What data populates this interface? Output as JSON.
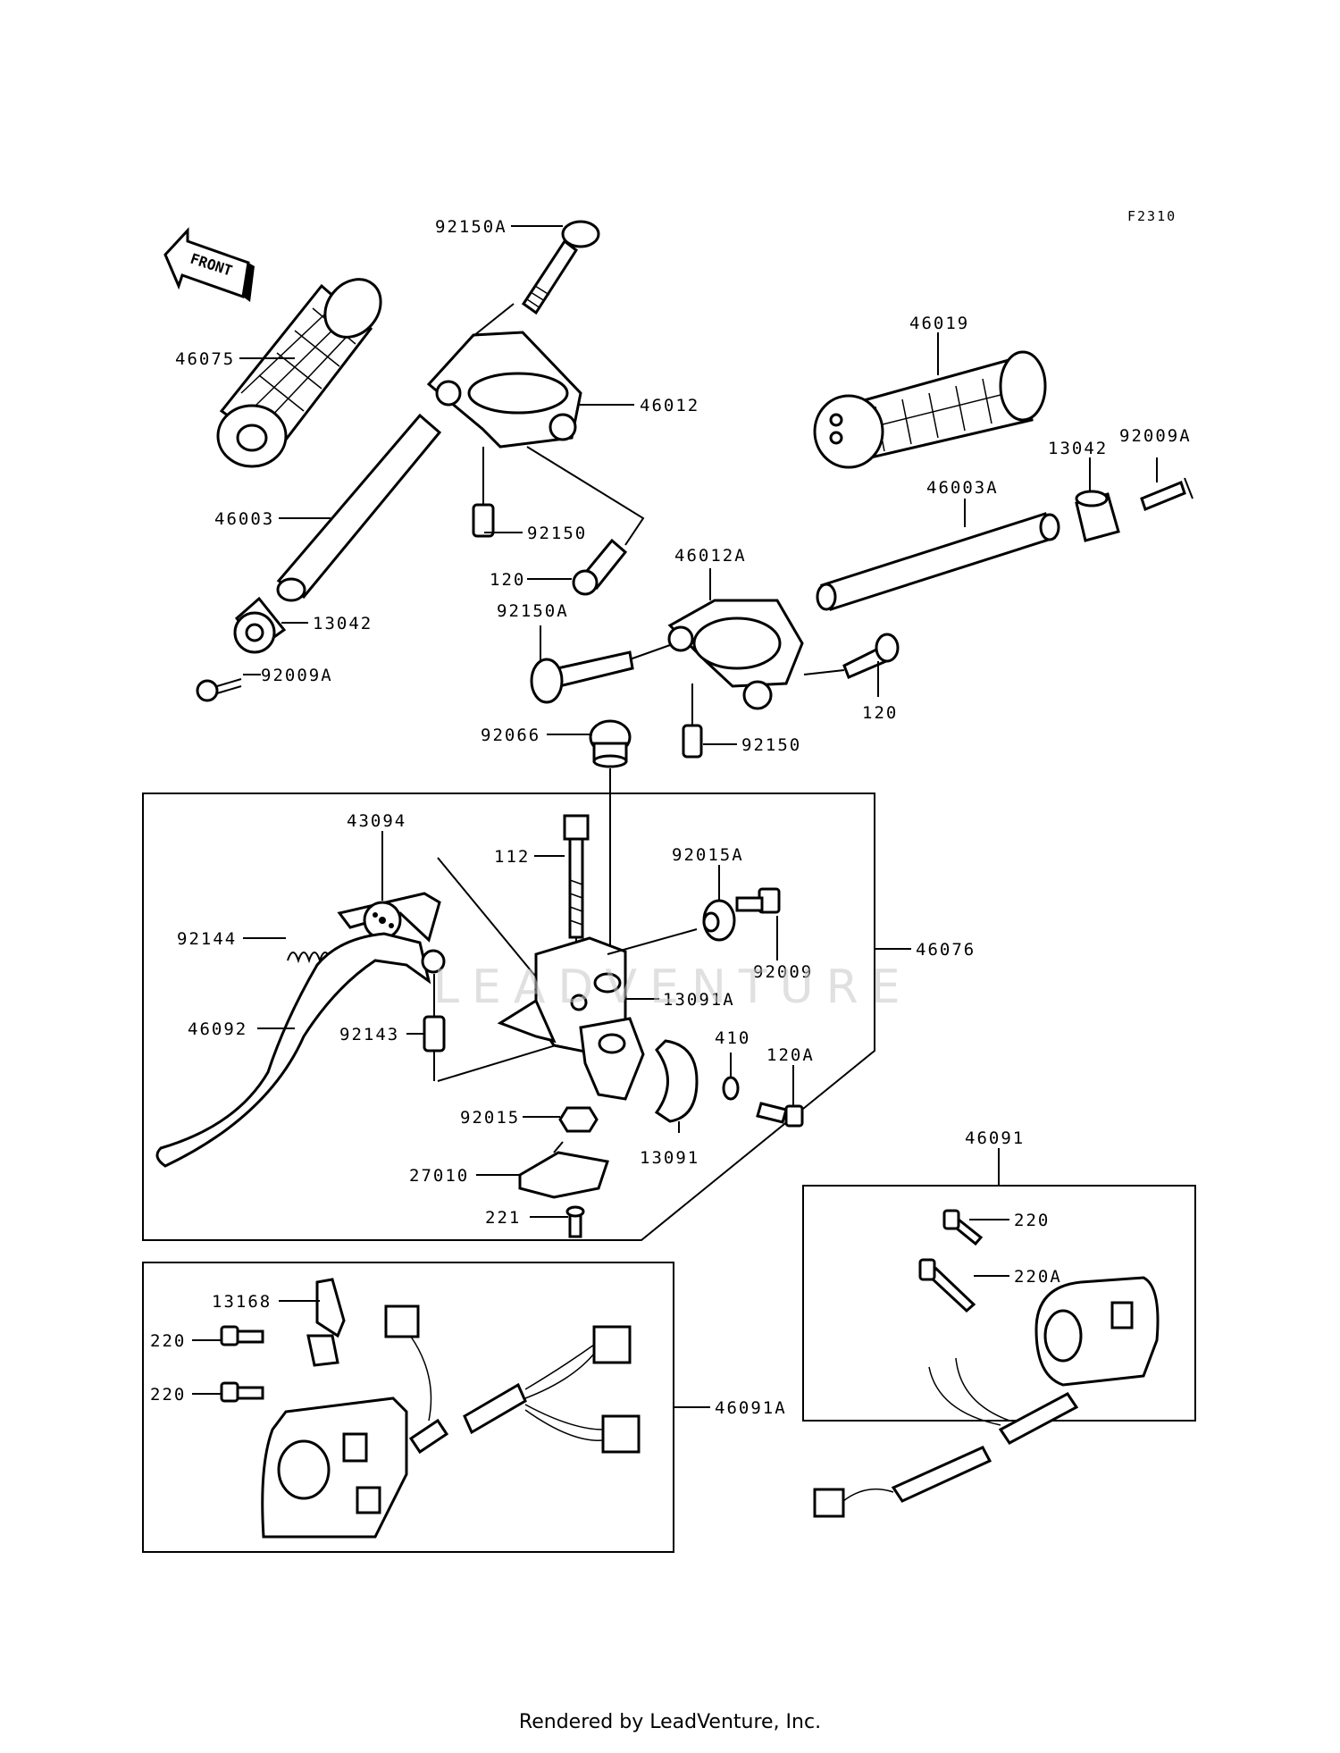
{
  "figure_code": "F2310",
  "front_label": "FRONT",
  "watermark": "LEADVENTURE",
  "footer": "Rendered by LeadVenture, Inc.",
  "callouts": {
    "c92150A_top": "92150A",
    "c46075": "46075",
    "c46012": "46012",
    "c46019": "46019",
    "c13042_r": "13042",
    "c92009A_r": "92009A",
    "c46003A": "46003A",
    "c46003": "46003",
    "c92150_top": "92150",
    "c120_top": "120",
    "c46012A": "46012A",
    "c92150A_mid": "92150A",
    "c13042_l": "13042",
    "c92009A_l": "92009A",
    "c120_mid": "120",
    "c92066": "92066",
    "c92150_mid": "92150",
    "c43094": "43094",
    "c112": "112",
    "c92015A": "92015A",
    "c92144": "92144",
    "c92009": "92009",
    "c46076": "46076",
    "c13091A": "13091A",
    "c46092": "46092",
    "c92143": "92143",
    "c410": "410",
    "c120A": "120A",
    "c92015": "92015",
    "c13091": "13091",
    "c27010": "27010",
    "c221": "221",
    "c46091": "46091",
    "c220_r": "220",
    "c220A": "220A",
    "c13168": "13168",
    "c220_l1": "220",
    "c220_l2": "220",
    "c46091A": "46091A"
  }
}
